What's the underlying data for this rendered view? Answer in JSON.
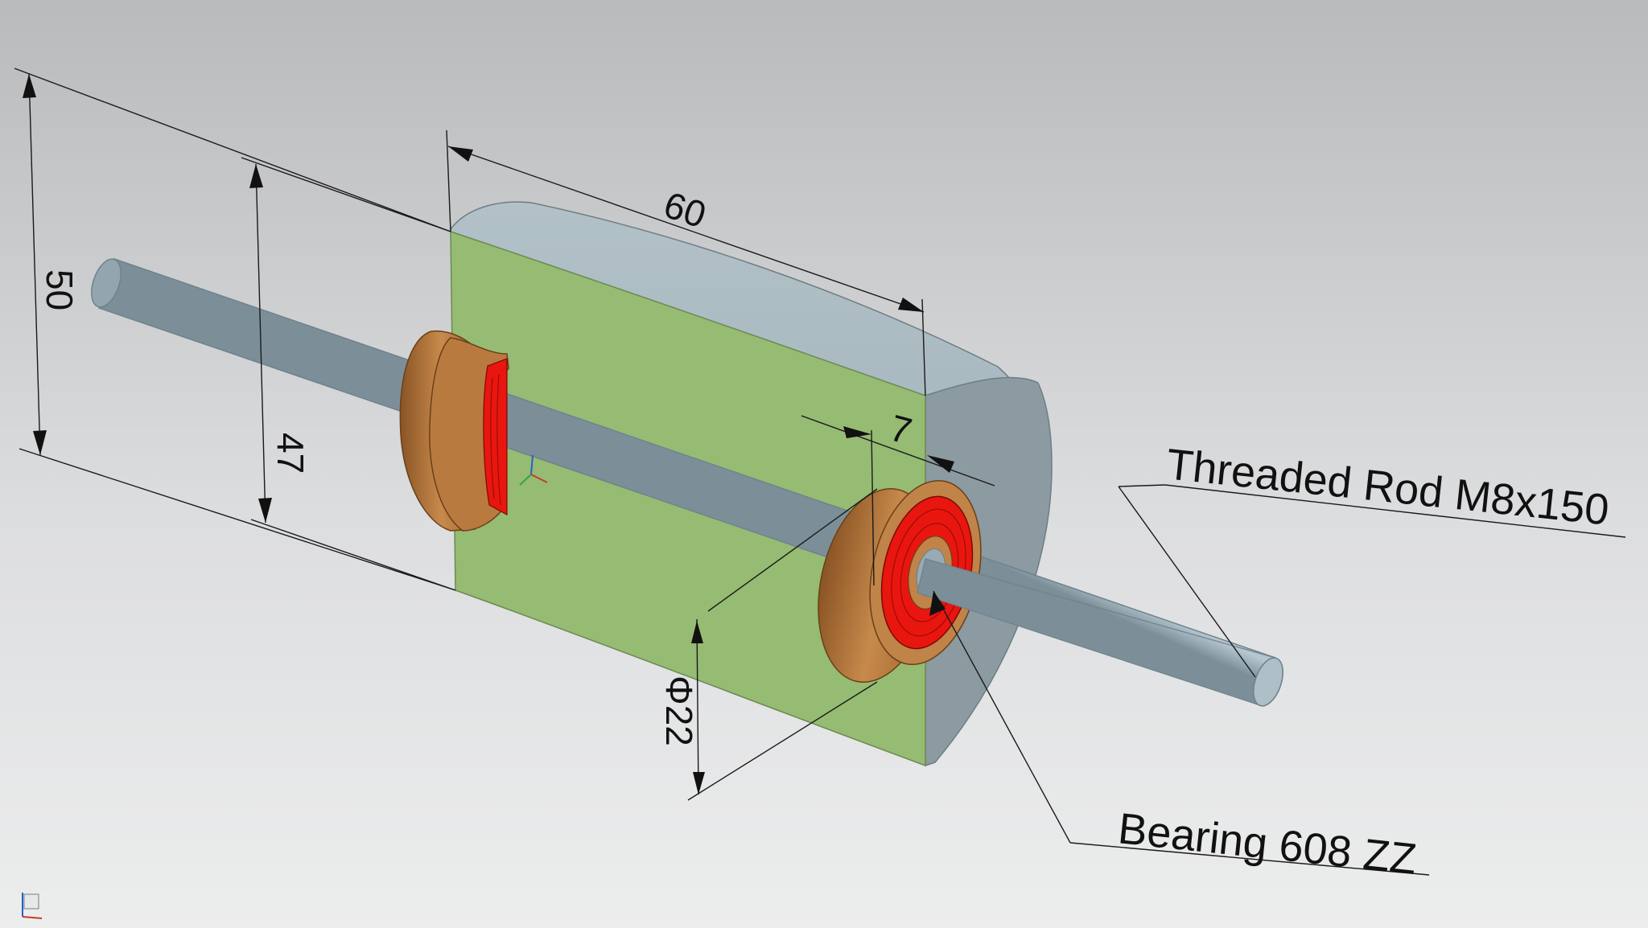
{
  "colors": {
    "background_top": "#b9babc",
    "background_bottom": "#eceded",
    "housing_section": "#96bb73",
    "housing_body": "#a9b8bf",
    "housing_end_face": "#8c9aa1",
    "rod": "#a6b9c3",
    "bearing_outer": "#b97a40",
    "bearing_seal": "#e8160f",
    "dimension_line": "#1a1a1a"
  },
  "dimensions": {
    "overall_height": "50",
    "housing_height": "47",
    "housing_length": "60",
    "bearing_width": "7",
    "bearing_diameter": "Φ22"
  },
  "callouts": {
    "rod": "Threaded Rod M8x150",
    "bearing": "Bearing 608 ZZ"
  },
  "icons": {
    "axis_triad": "coordinate-axes-icon",
    "view_triad": "view-orientation-icon"
  }
}
